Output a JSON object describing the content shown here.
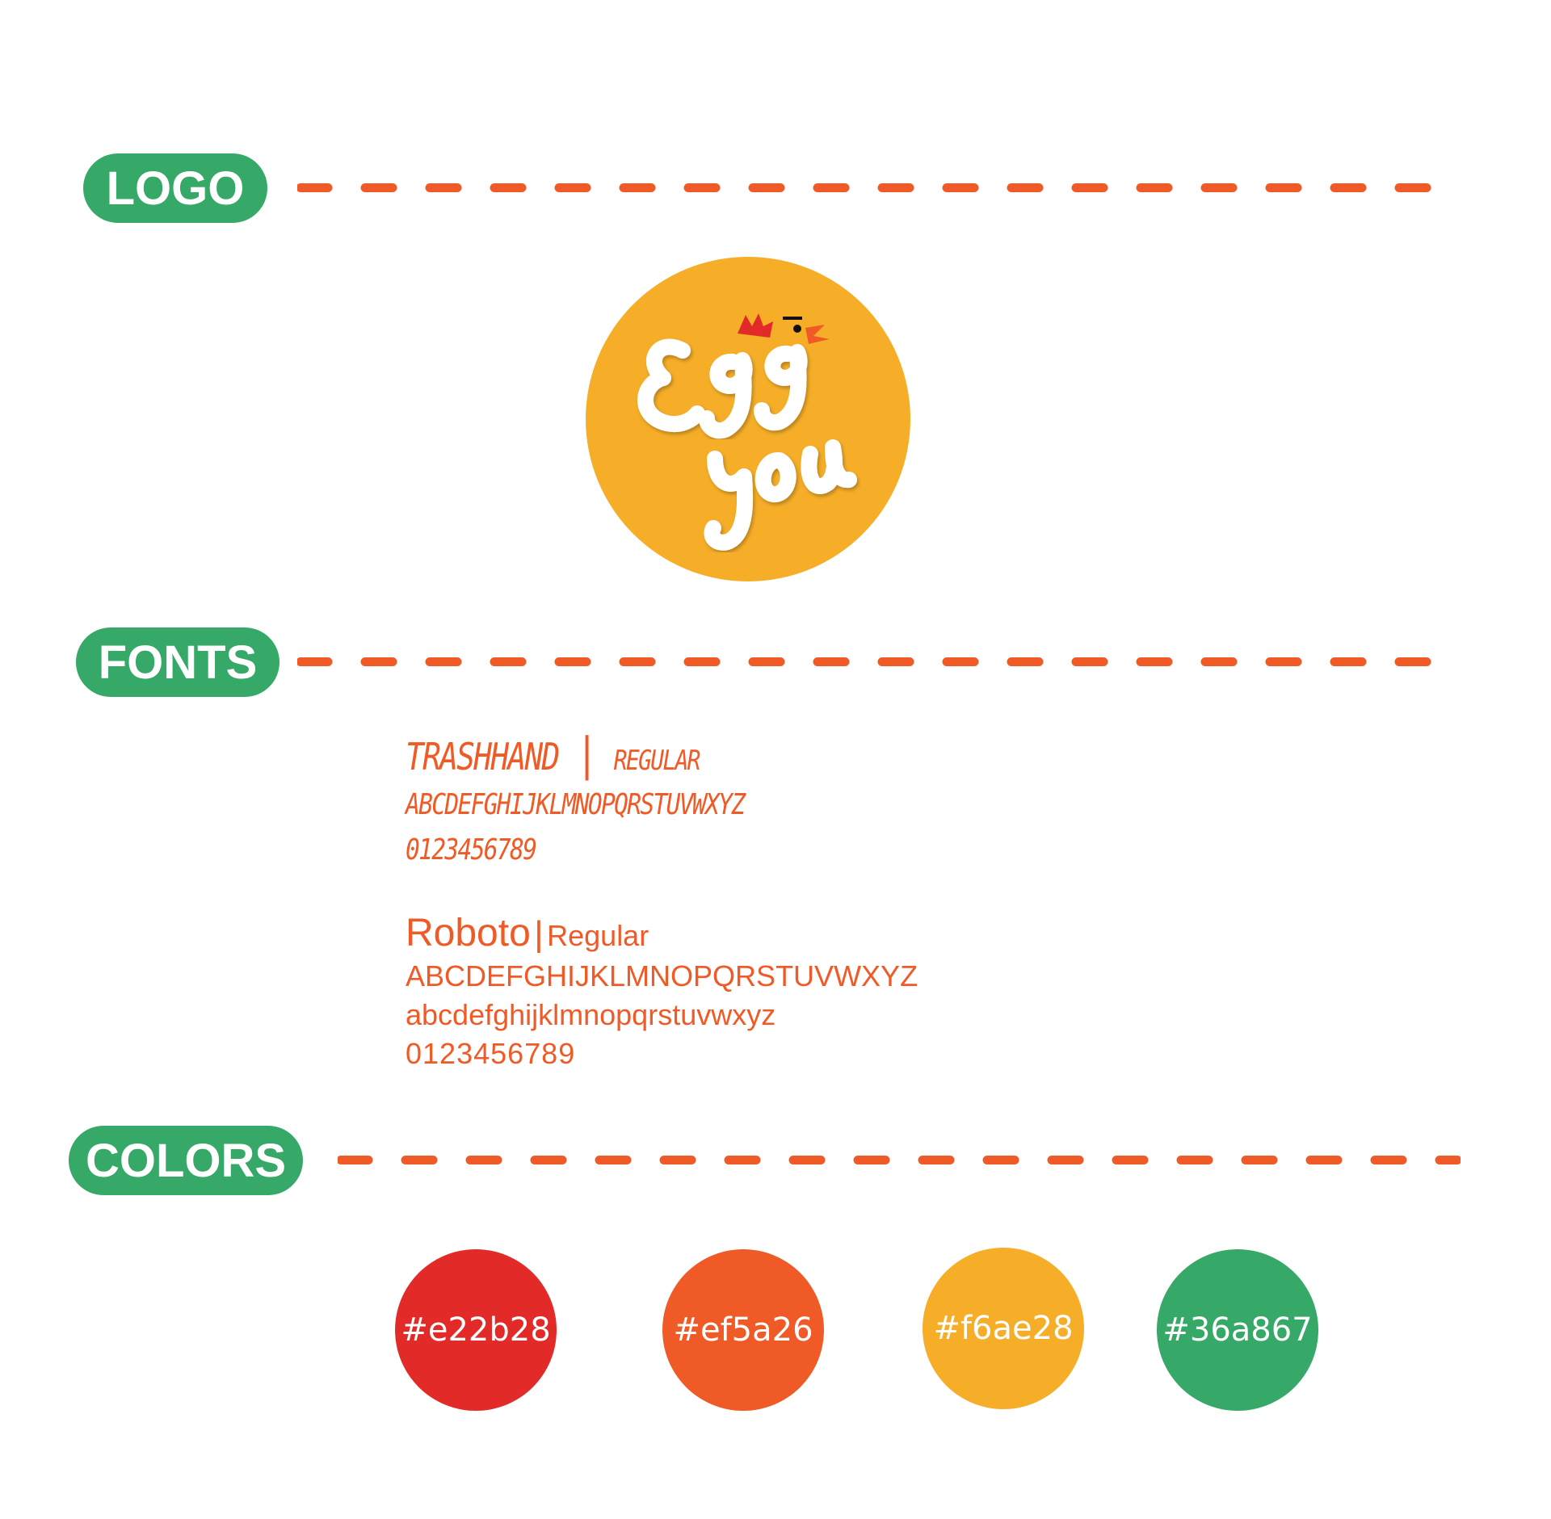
{
  "sections": {
    "logo": {
      "label": "LOGO"
    },
    "fonts": {
      "label": "FONTS"
    },
    "colors": {
      "label": "COLORS"
    }
  },
  "logo": {
    "line1": "Egg",
    "line2": "you",
    "circle_color": "#f6ae28",
    "comb_color": "#e22b28",
    "beak_color": "#ef5a26"
  },
  "fonts": {
    "trashhand": {
      "name": "TRASHHAND",
      "separator": "|",
      "weight": "REGULAR",
      "uppercase": "ABCDEFGHIJKLMNOPQRSTUVWXYZ",
      "digits": "0123456789"
    },
    "roboto": {
      "name": "Roboto",
      "separator": "|",
      "weight": "Regular",
      "uppercase": "ABCDEFGHIJKLMNOPQRSTUVWXYZ",
      "lowercase": "abcdefghijklmnopqrstuvwxyz",
      "digits": "0123456789"
    }
  },
  "colors": [
    {
      "hex": "#e22b28"
    },
    {
      "hex": "#ef5a26"
    },
    {
      "hex": "#f6ae28"
    },
    {
      "hex": "#36a867"
    }
  ],
  "theme": {
    "pill_color": "#36a867",
    "dash_color": "#ef5a26",
    "text_color": "#ef5a26"
  }
}
